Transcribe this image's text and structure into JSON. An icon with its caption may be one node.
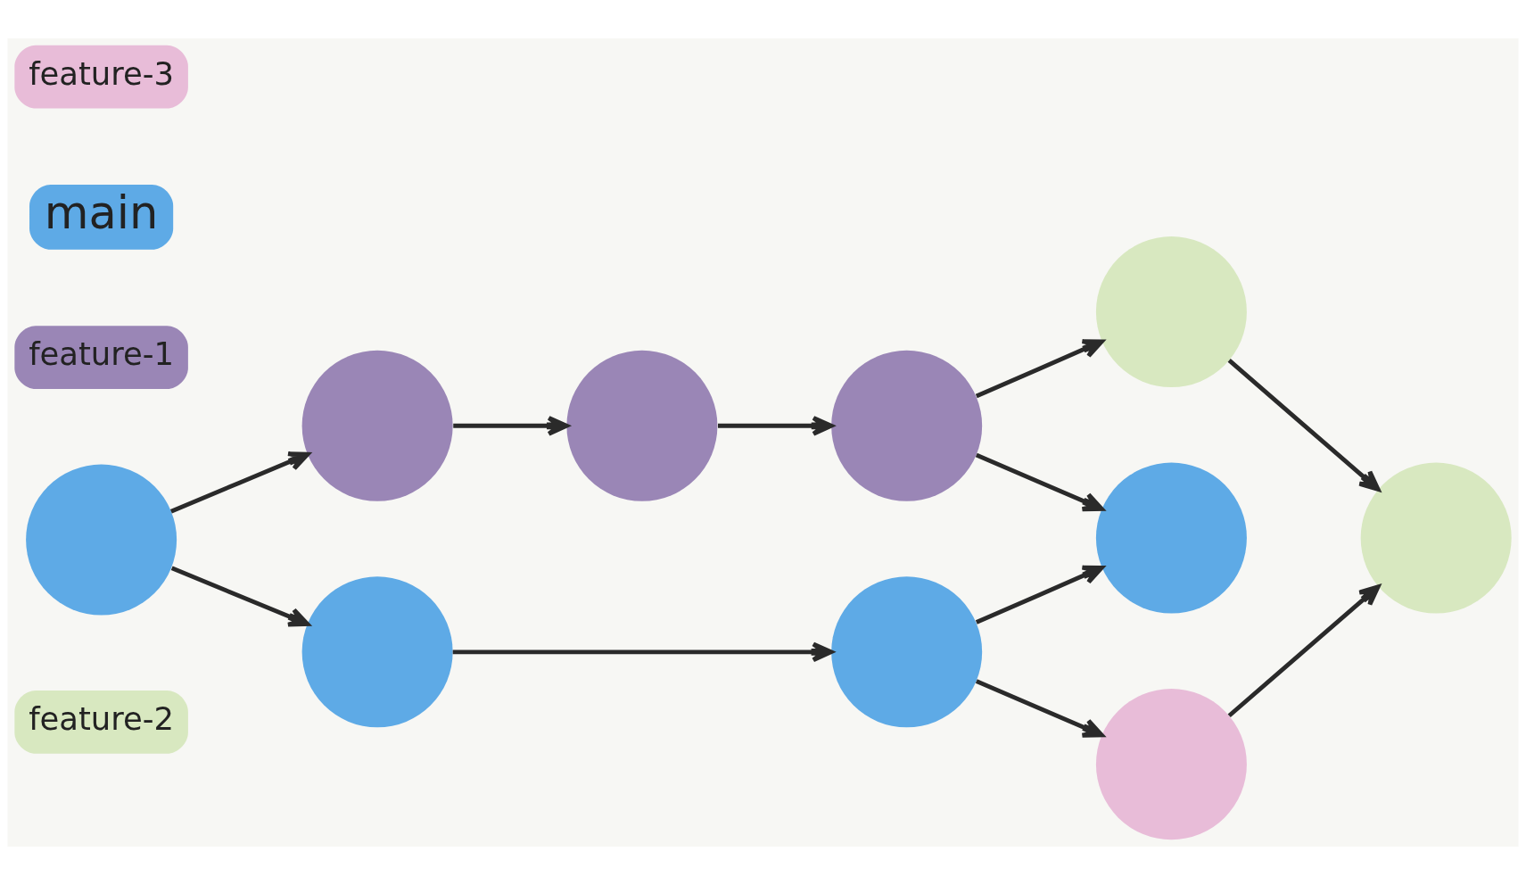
{
  "diagram": {
    "nodes": [
      {
        "text": [
          "feature-2"
        ]
      },
      {
        "text": [],
        "shape": "circle"
      },
      {
        "text": [],
        "shape": "circle"
      },
      {
        "text": [
          "feature-1"
        ]
      },
      {
        "text": [],
        "shape": "circle"
      },
      {
        "text": [],
        "shape": "circle"
      },
      {
        "text": [],
        "shape": "circle"
      },
      {
        "text": [
          "main"
        ]
      },
      {
        "text": [],
        "shape": "circle"
      },
      {
        "text": [],
        "shape": "circle"
      },
      {
        "text": [],
        "shape": "circle"
      },
      {
        "text": [],
        "shape": "circle"
      },
      {
        "text": [
          "feature-3"
        ]
      },
      {
        "text": [],
        "shape": "circle"
      }
    ],
    "edges": [
      {
        "from": 8,
        "to": 4,
        "arrow": "to"
      },
      {
        "from": 8,
        "to": 9,
        "arrow": "to"
      },
      {
        "from": 9,
        "to": 10,
        "arrow": "to"
      },
      {
        "from": 10,
        "to": 11,
        "arrow": "to"
      },
      {
        "from": 4,
        "to": 5,
        "arrow": "to"
      },
      {
        "from": 5,
        "to": 6,
        "arrow": "to"
      },
      {
        "from": 6,
        "to": 1,
        "arrow": "to"
      },
      {
        "from": 6,
        "to": 11,
        "arrow": "to"
      },
      {
        "from": 1,
        "to": 2,
        "arrow": "to"
      },
      {
        "from": 10,
        "to": 13,
        "arrow": "to"
      },
      {
        "from": 13,
        "to": 2,
        "arrow": "to"
      }
    ]
  }
}
